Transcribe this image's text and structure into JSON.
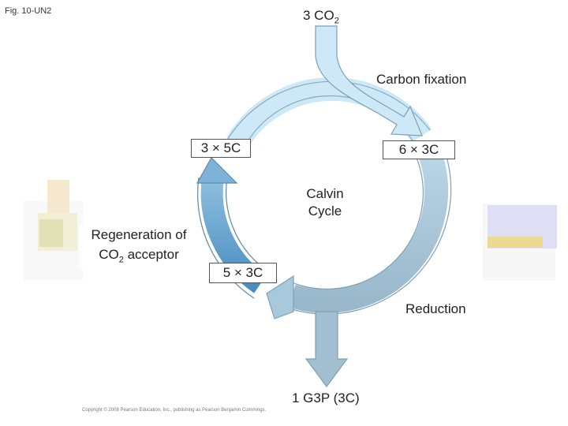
{
  "figure_label": "Fig. 10-UN2",
  "input": {
    "count": "3 CO",
    "sub": "2"
  },
  "stages": {
    "carbon_fixation": "Carbon fixation",
    "reduction": "Reduction",
    "regeneration_line1": "Regeneration of",
    "regeneration_line2_pre": "CO",
    "regeneration_line2_sub": "2",
    "regeneration_line2_post": " acceptor"
  },
  "center": {
    "line1": "Calvin",
    "line2": "Cycle"
  },
  "boxes": {
    "rubp": "3 × 5C",
    "three_pga": "6 × 3C",
    "g3p_recycled": "5 × 3C"
  },
  "output": "1 G3P (3C)",
  "copyright": "Copyright © 2008 Pearson Education, Inc., publishing as Pearson Benjamin Cummings.",
  "colors": {
    "light_blue": "#cde9f8",
    "mid_blue": "#a8c9dc",
    "dark_blue": "#5a9bc8",
    "outline": "#6d8ea3"
  }
}
